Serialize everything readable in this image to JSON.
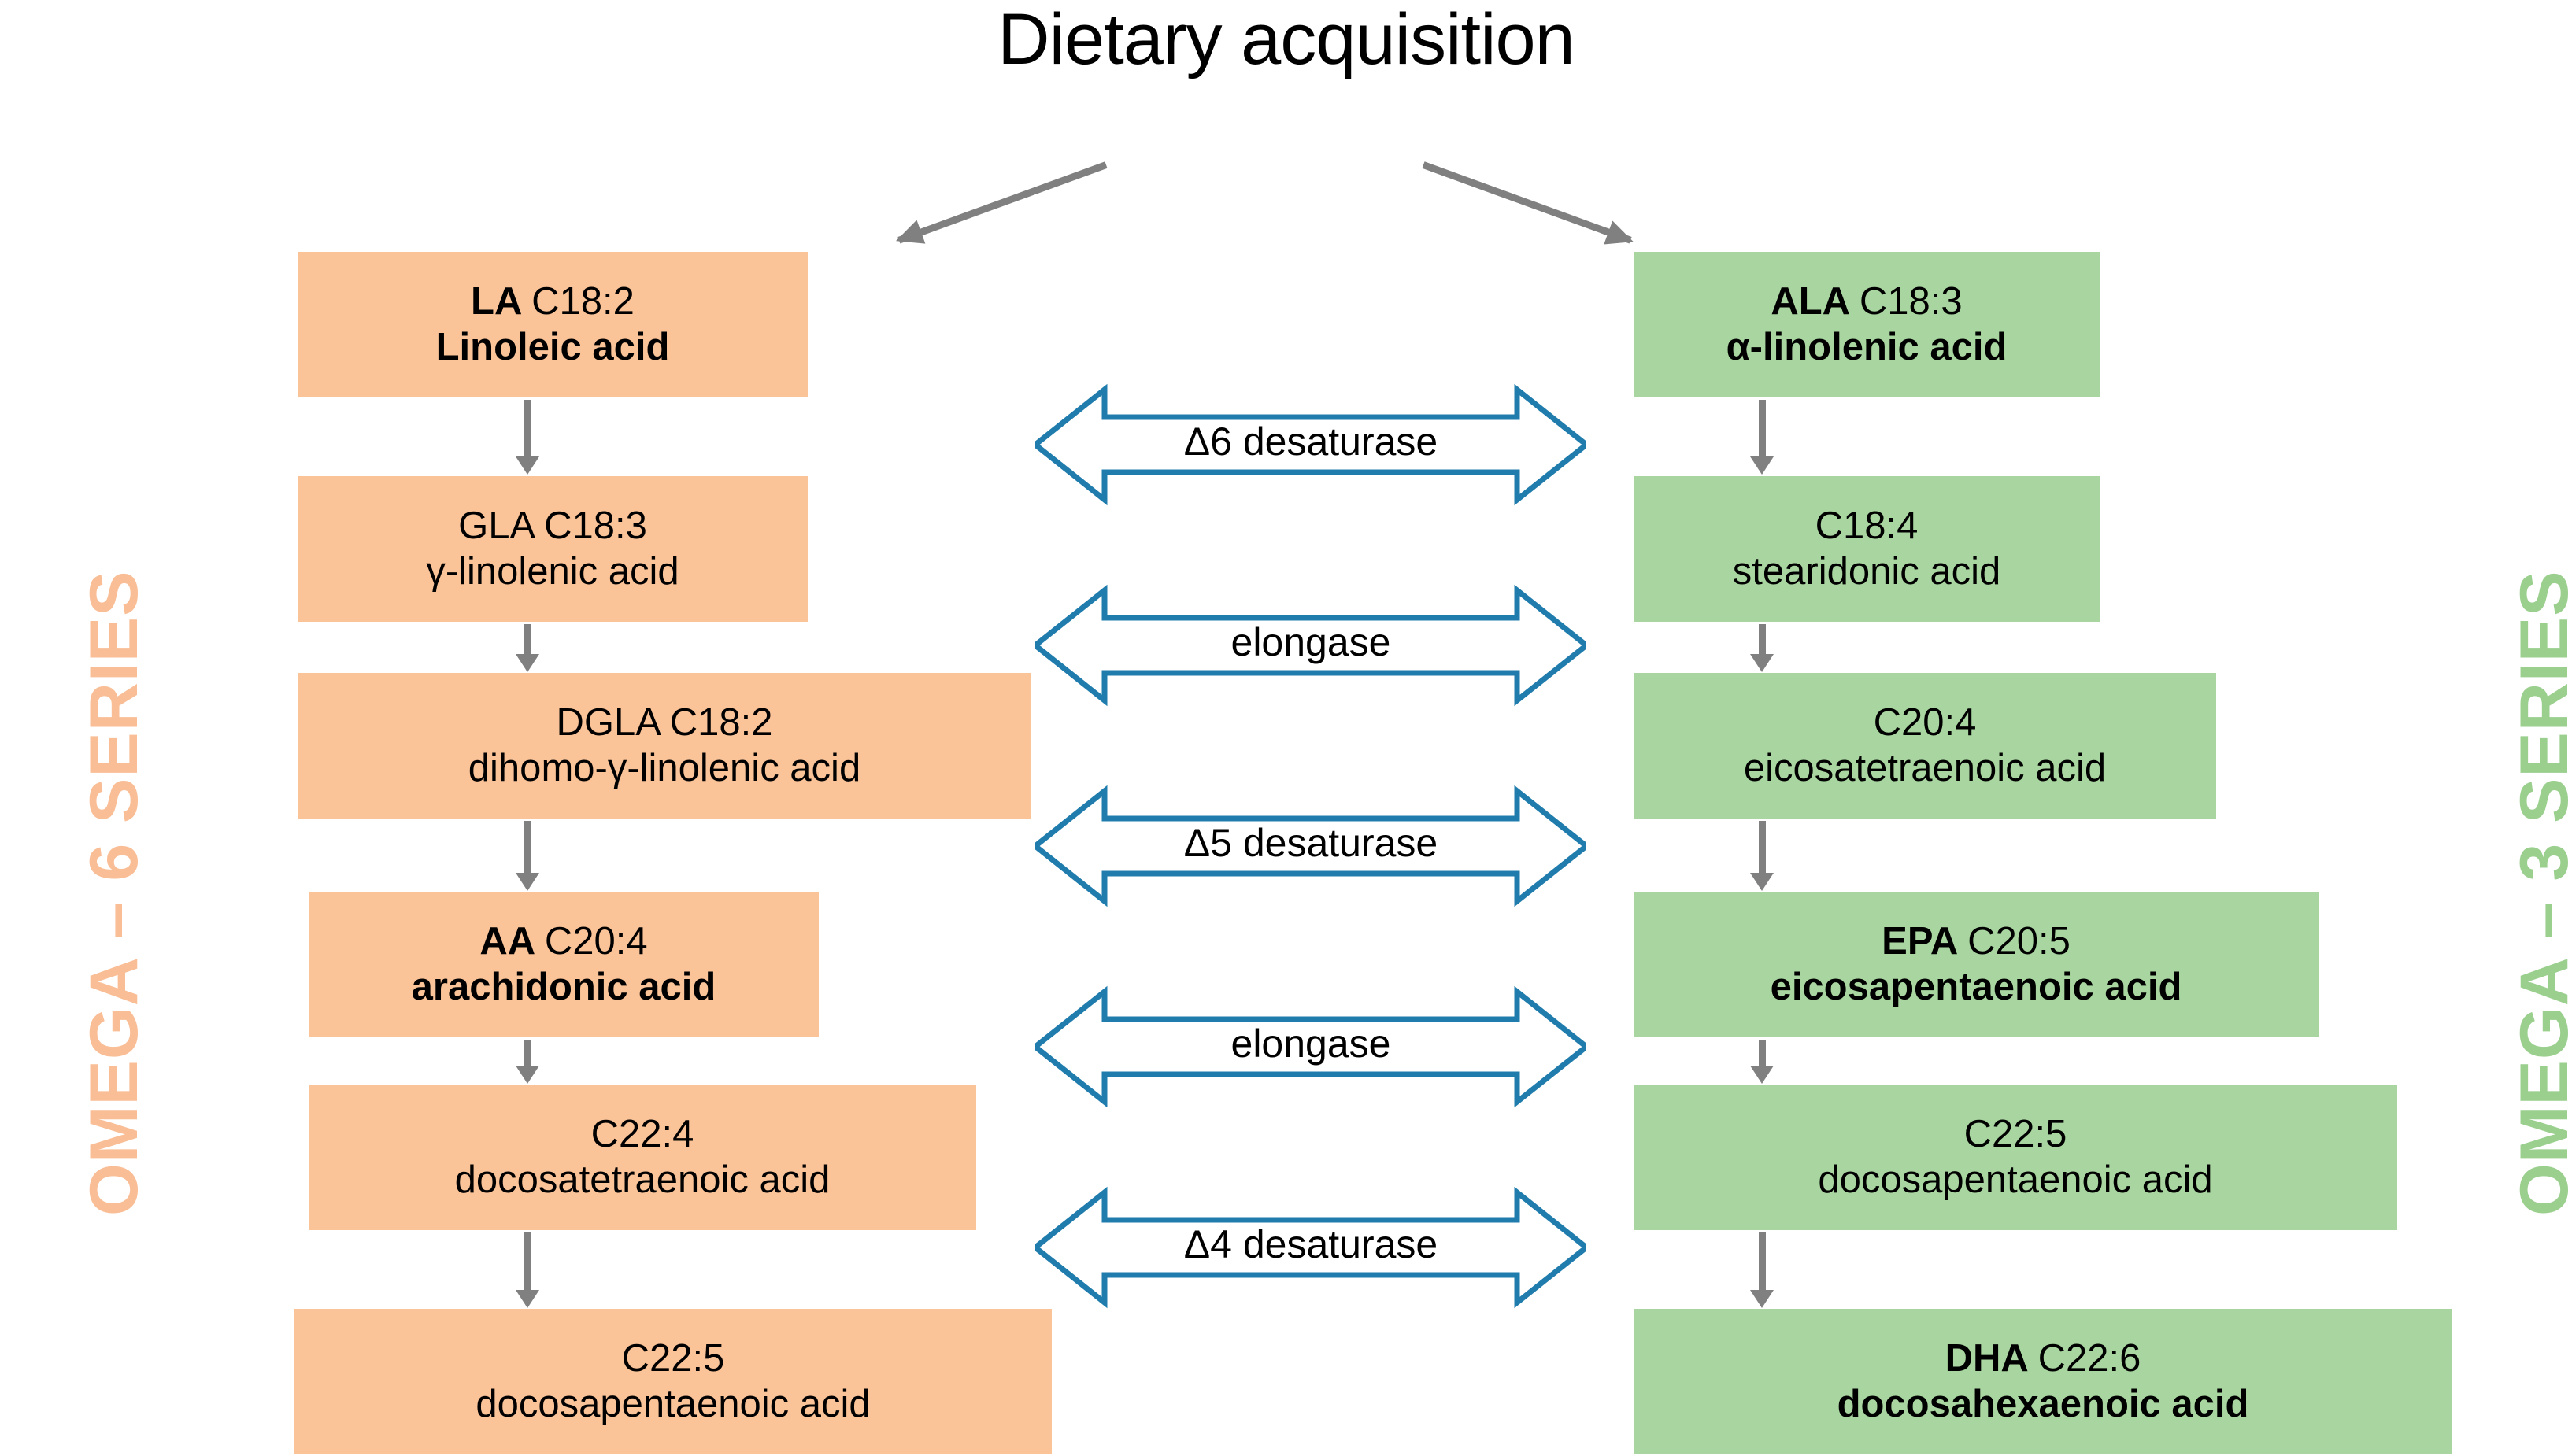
{
  "diagram": {
    "title": "Dietary acquisition",
    "series_labels": {
      "left": "OMEGA – 6 SERIES",
      "right": "OMEGA – 3 SERIES"
    },
    "colors": {
      "omega6_box": "#FAC398",
      "omega3_box": "#A9D6A0",
      "omega6_label": "#F9BE96",
      "omega3_label": "#9ACF8E",
      "enzyme_arrow_stroke": "#1F7CAC",
      "pathway_arrow": "#808080",
      "background": "#FFFFFF"
    }
  },
  "omega6": {
    "nodes": [
      {
        "abbr": "LA",
        "code": "C18:2",
        "name": "Linoleic acid",
        "bold": true
      },
      {
        "abbr": "GLA",
        "code": "C18:3",
        "name": "γ-linolenic acid",
        "bold": false
      },
      {
        "abbr": "DGLA",
        "code": "C18:2",
        "name": "dihomo-γ-linolenic acid",
        "bold": false
      },
      {
        "abbr": "AA",
        "code": "C20:4",
        "name": "arachidonic acid",
        "bold": true
      },
      {
        "abbr": "",
        "code": "C22:4",
        "name": "docosatetraenoic acid",
        "bold": false
      },
      {
        "abbr": "",
        "code": "C22:5",
        "name": "docosapentaenoic acid",
        "bold": false
      }
    ]
  },
  "omega3": {
    "nodes": [
      {
        "abbr": "ALA",
        "code": "C18:3",
        "name": "α-linolenic acid",
        "bold": true
      },
      {
        "abbr": "",
        "code": "C18:4",
        "name": "stearidonic acid",
        "bold": false
      },
      {
        "abbr": "",
        "code": "C20:4",
        "name": "eicosatetraenoic acid",
        "bold": false
      },
      {
        "abbr": "EPA",
        "code": "C20:5",
        "name": "eicosapentaenoic acid",
        "bold": true
      },
      {
        "abbr": "",
        "code": "C22:5",
        "name": "docosapentaenoic acid",
        "bold": false
      },
      {
        "abbr": "DHA",
        "code": "C22:6",
        "name": "docosahexaenoic acid",
        "bold": true
      }
    ]
  },
  "enzymes": [
    {
      "label": "Δ6 desaturase"
    },
    {
      "label": "elongase"
    },
    {
      "label": "Δ5 desaturase"
    },
    {
      "label": "elongase"
    },
    {
      "label": "Δ4 desaturase"
    }
  ]
}
